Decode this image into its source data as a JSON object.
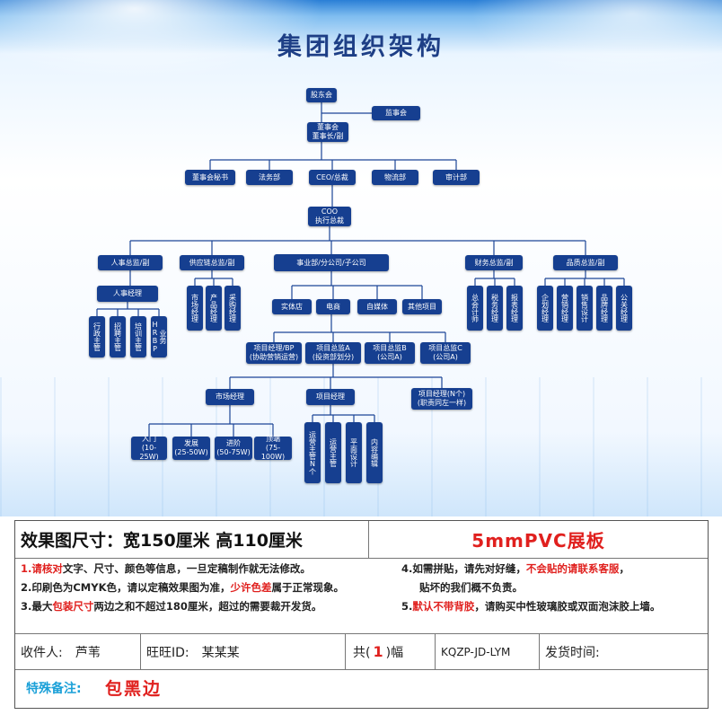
{
  "chart": {
    "title": "集团组织架构",
    "nodes": {
      "shareholders": "股东会",
      "supervisors": "监事会",
      "board": "董事会\n董事长/副",
      "board_sec": "董事会秘书",
      "legal": "法务部",
      "ceo": "CEO/总裁",
      "logistics": "物流部",
      "audit": "审计部",
      "coo": "COO\n执行总裁",
      "hr_head": "人事总监/副",
      "supply_head": "供应链总监/副",
      "biz_head": "事业部/分公司/子公司",
      "fin_head": "财务总监/副",
      "quality_head": "品质总监/副",
      "hr_manager": "人事经理",
      "hr_admin": "行政主管",
      "hr_recruit": "招聘主管",
      "hr_training": "培训主管",
      "hr_bp": "业务HRBP",
      "sup_market": "市场经理",
      "sup_product": "产品经理",
      "sup_purchase": "采购经理",
      "store": "实体店",
      "ecom": "电商",
      "media": "自媒体",
      "other": "其他项目",
      "fin_accounting": "总会计师",
      "fin_tax": "税务经理",
      "fin_report": "报表经理",
      "q_plan": "企划经理",
      "q_ops": "营销经理",
      "q_sales": "销售设计",
      "q_brand": "品牌经理",
      "q_pr": "公关经理",
      "pm_bp": "项目经理/BP\n(协助营销运营)",
      "pm_a": "项目总监A\n(投资部划分)",
      "pm_b": "项目总监B\n(公司A)",
      "pm_c": "项目总监C\n(公司A)",
      "marketing_mgr": "市场经理",
      "project_mgr": "项目经理",
      "project_mgr_n": "项目经理(N个)\n(职责同左一样)",
      "level_entry": "入门\n(10-25W)",
      "level_dev": "发展\n(25-50W)",
      "level_adv": "进阶\n(50-75W)",
      "level_top": "顶端\n(75-100W)",
      "exec_n": "运营主管N个",
      "exec_ops": "运营主管",
      "exec_design": "平面设计",
      "exec_content": "内容编辑"
    }
  },
  "info": {
    "size_label": "效果图尺寸：宽150厘米  高110厘米",
    "material": "5mmPVC展板",
    "note1_num": "1.",
    "note1_red": "请核对",
    "note1_rest": "文字、尺寸、颜色等信息，一旦定稿制作就无法修改。",
    "note2_pre": "2.印刷色为CMYK色，请以定稿效果图为准，",
    "note2_red": "少许色差",
    "note2_rest": "属于正常现象。",
    "note3_pre": "3.最大",
    "note3_red": "包装尺寸",
    "note3_rest": "两边之和不超过180厘米，超过的需要裁开发货。",
    "note4_pre": "4.如需拼贴，请先对好缝，",
    "note4_red": "不会贴的请联系客服",
    "note4_tail": "，",
    "note4_line2": "贴坏的我们概不负责。",
    "note5_num": "5.",
    "note5_red": "默认不带背胶",
    "note5_rest": "，请购买中性玻璃胶或双面泡沫胶上墙。",
    "receiver_label": "收件人:",
    "receiver_name": "芦苇",
    "wangwang_label": "旺旺ID:",
    "wangwang_id": "某某某",
    "qty_pre": "共(",
    "qty_num": "1",
    "qty_post": ")幅",
    "product_code": "KQZP-JD-LYM",
    "ship_label": "发货时间:",
    "special_label": "特殊备注:",
    "special_value": "包黑边"
  },
  "colors": {
    "node": "#163f90",
    "line": "#1c4596",
    "accent_red": "#e0201e",
    "accent_blue": "#1aa0d8"
  }
}
